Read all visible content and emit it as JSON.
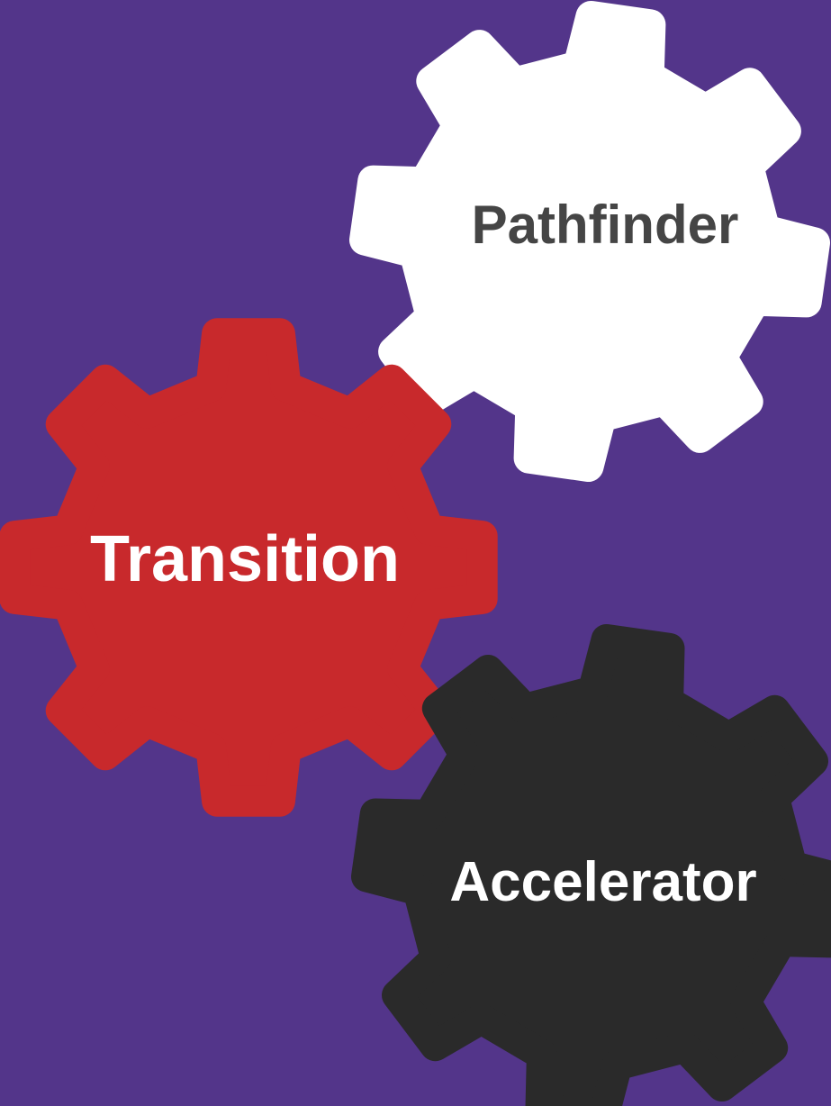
{
  "colors": {
    "background": "#53358A",
    "accent_line": "#C8292C"
  },
  "gears": [
    {
      "id": "pathfinder",
      "label": "Pathfinder",
      "fill": "#FFFFFF",
      "text_color": "#454545"
    },
    {
      "id": "transition",
      "label": "Transition",
      "fill": "#C8292C",
      "text_color": "#FFFFFF"
    },
    {
      "id": "accelerator",
      "label": "Accelerator",
      "fill": "#2A2A2A",
      "text_color": "#FFFFFF"
    }
  ]
}
